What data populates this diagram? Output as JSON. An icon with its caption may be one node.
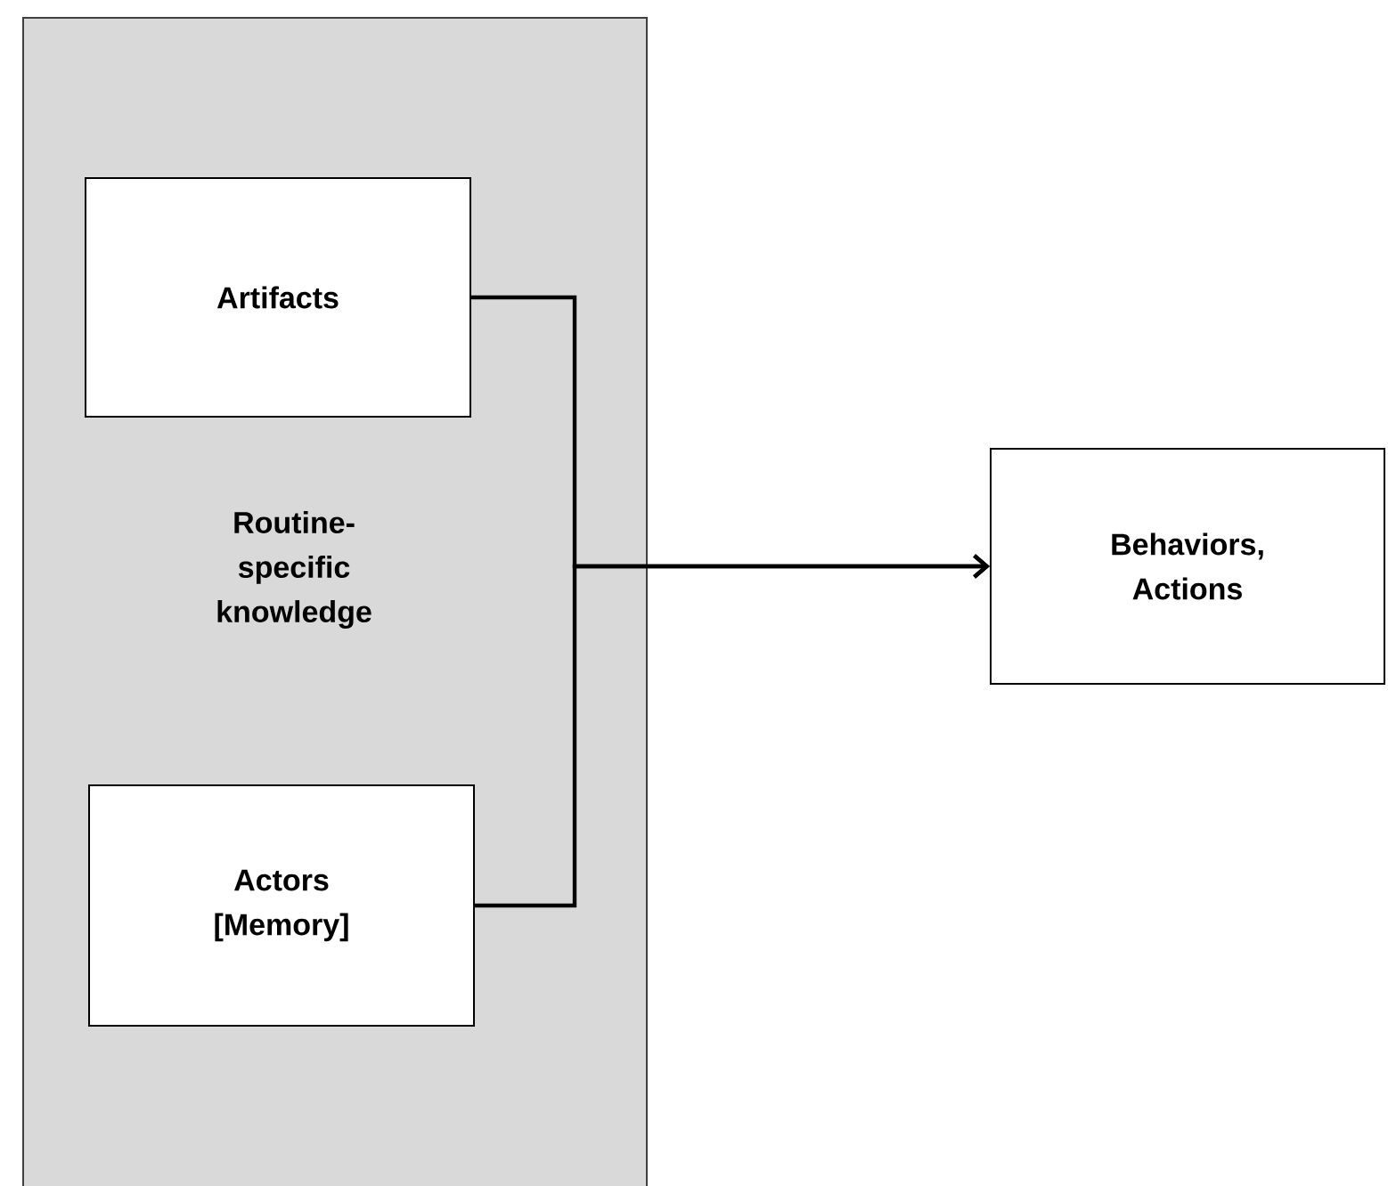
{
  "diagram": {
    "nodes": [
      {
        "text": [
          "Routine-specific knowledge"
        ]
      },
      {
        "text": [
          "Artifacts"
        ],
        "in": 0
      },
      {
        "text": [
          "Actors [Memory]"
        ],
        "in": 0
      },
      {
        "text": [
          "Behaviors, Actions"
        ]
      }
    ],
    "edges": [
      {
        "from": 1,
        "to": 3,
        "arrow": "to"
      },
      {
        "from": 2,
        "to": 3,
        "arrow": "to"
      }
    ]
  }
}
